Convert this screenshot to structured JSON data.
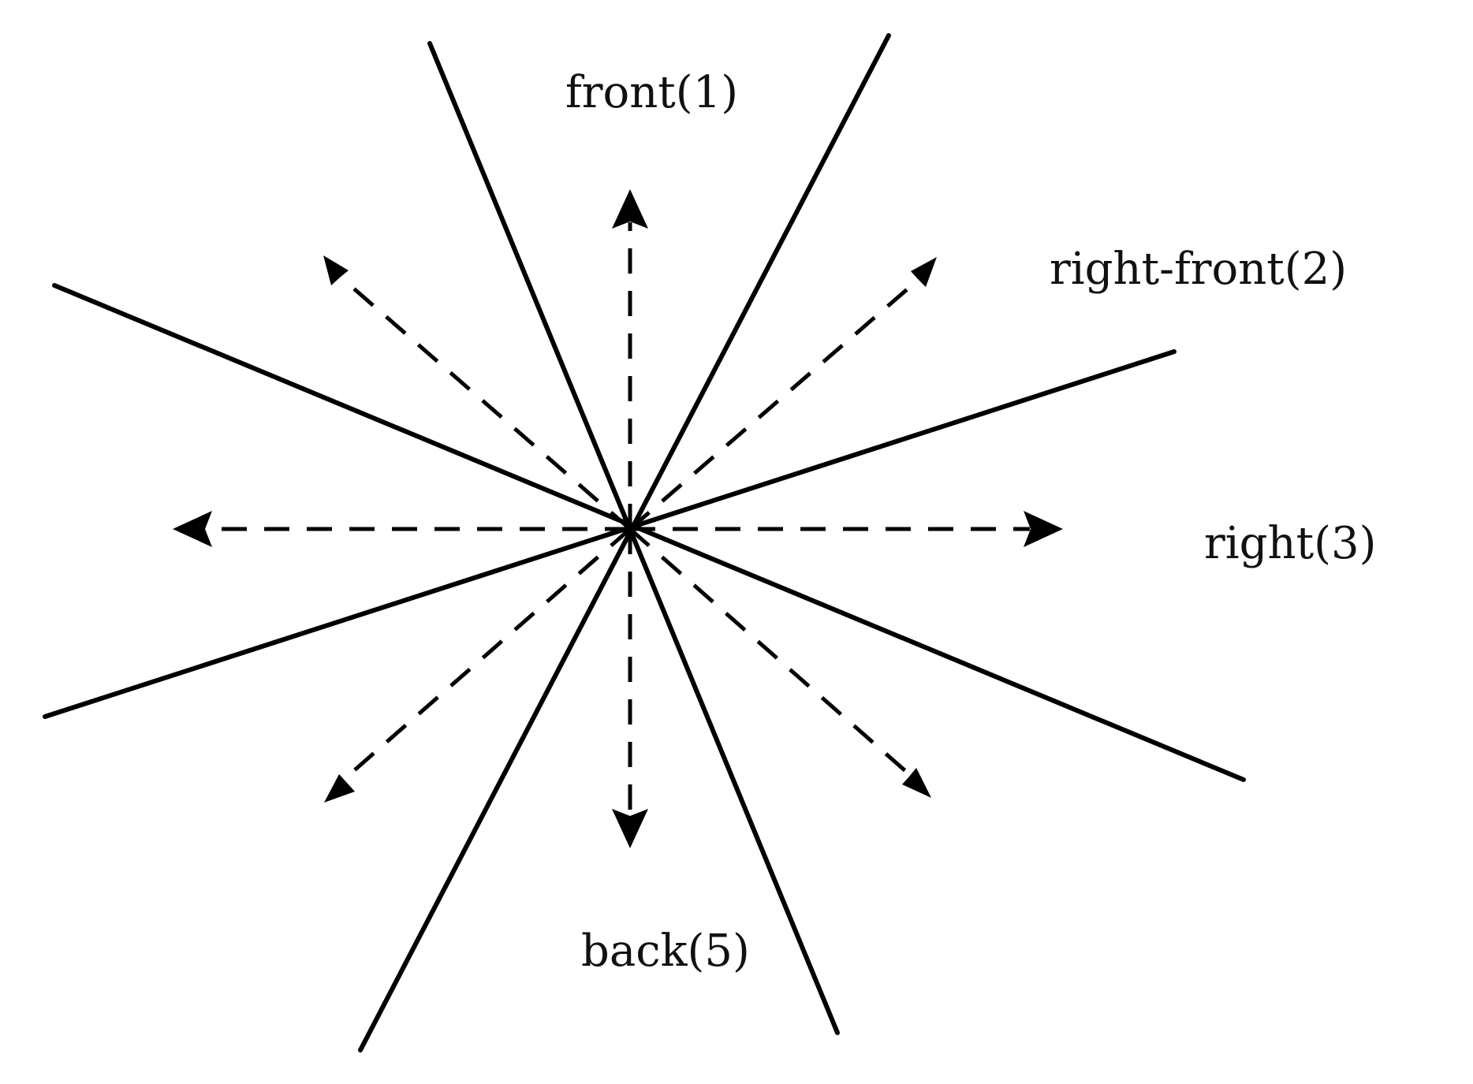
{
  "diagram": {
    "labels": {
      "front": "front(1)",
      "right_front": "right-front(2)",
      "right": "right(3)",
      "back": "back(5)"
    },
    "colors": {
      "background": "#ffffff",
      "stroke": "#000000",
      "text": "#111111"
    }
  }
}
